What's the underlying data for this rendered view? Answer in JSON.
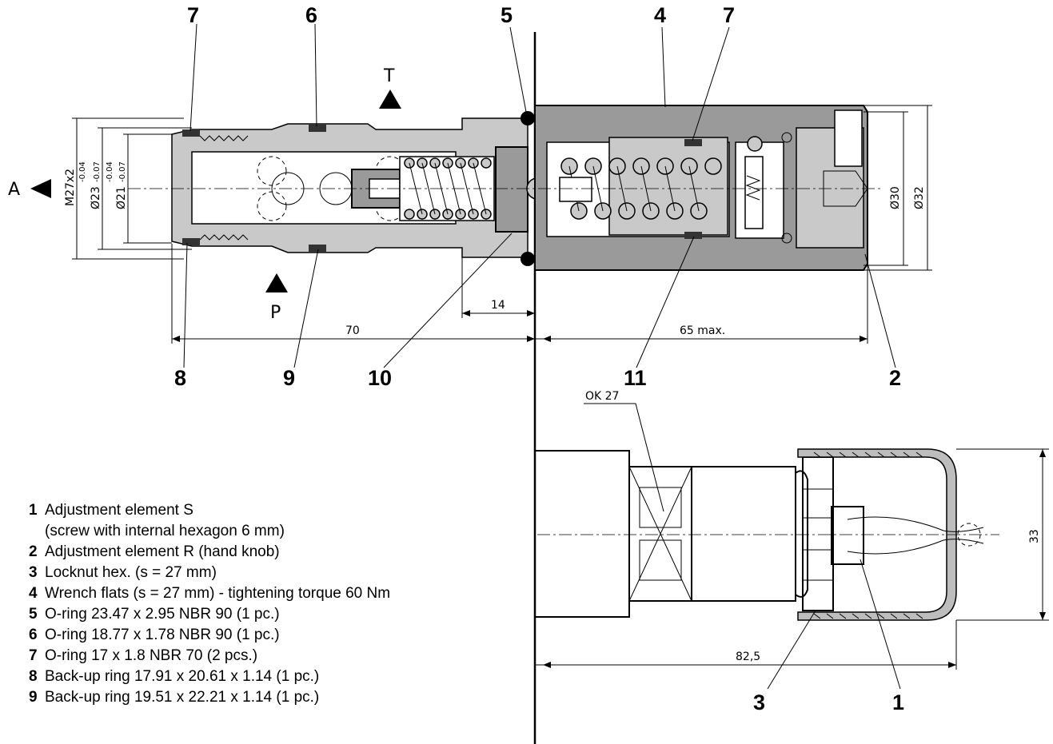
{
  "callouts": {
    "c7a": "7",
    "c6": "6",
    "c5": "5",
    "c4": "4",
    "c7b": "7",
    "c8": "8",
    "c9": "9",
    "c10": "10",
    "c11": "11",
    "c2": "2",
    "c3": "3",
    "c1": "1"
  },
  "ports": {
    "a": "A",
    "t": "T",
    "p": "P"
  },
  "dimensions": {
    "thread": "M27x2",
    "d23": "Ø23",
    "d23_tol_upper": "-0.04",
    "d23_tol_lower": "-0.07",
    "d21": "Ø21",
    "d21_tol_upper": "-0.04",
    "d21_tol_lower": "-0.07",
    "d30": "Ø30",
    "d32": "Ø32",
    "len14": "14",
    "len70": "70",
    "len65": "65 max.",
    "len82": "82,5",
    "height33": "33",
    "ok27": "OK 27"
  },
  "legend": [
    {
      "num": "1",
      "text": "Adjustment element S"
    },
    {
      "num": "",
      "text": "(screw with internal hexagon 6 mm)"
    },
    {
      "num": "2",
      "text": "Adjustment element R (hand knob)"
    },
    {
      "num": "3",
      "text": "Locknut hex. (s = 27 mm)"
    },
    {
      "num": "4",
      "text": "Wrench flats (s = 27 mm) - tightening torque 60 Nm"
    },
    {
      "num": "5",
      "text": "O-ring 23.47 x 2.95 NBR 90 (1 pc.)"
    },
    {
      "num": "6",
      "text": "O-ring 18.77 x 1.78 NBR 90 (1 pc.)"
    },
    {
      "num": "7",
      "text": "O-ring 17 x 1.8 NBR 70 (2 pcs.)"
    },
    {
      "num": "8",
      "text": "Back-up ring 17.91 x 20.61 x 1.14 (1 pc.)"
    },
    {
      "num": "9",
      "text": "Back-up ring 19.51 x 22.21 x 1.14 (1 pc.)"
    }
  ]
}
